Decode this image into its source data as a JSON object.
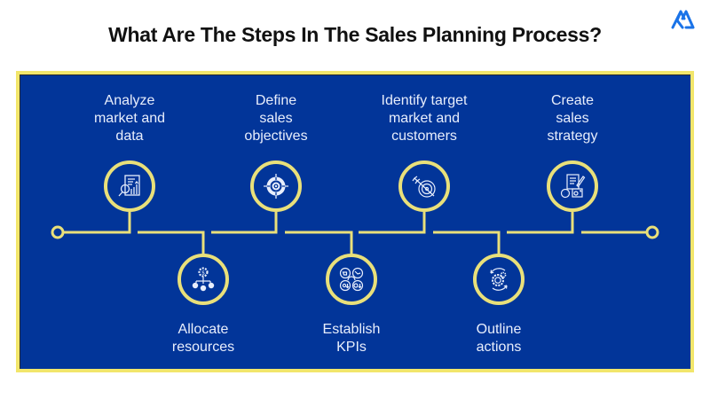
{
  "title": "What Are The Steps In The Sales Planning Process?",
  "logo": {
    "icon": "brand-mountain-logo-icon",
    "color": "#1a73e8"
  },
  "colors": {
    "panel_fill": "#023599",
    "accent_yellow": "#e9e07a",
    "text_light": "#e8eefc",
    "title_text": "#111111"
  },
  "steps": [
    {
      "order": 1,
      "position": "top",
      "label": "Analyze market and data",
      "lines": [
        "Analyze",
        "market and",
        "data"
      ],
      "icon": "report-magnifier-chart-icon"
    },
    {
      "order": 2,
      "position": "bottom",
      "label": "Allocate resources",
      "lines": [
        "Allocate",
        "resources"
      ],
      "icon": "gear-dollar-people-icon"
    },
    {
      "order": 3,
      "position": "top",
      "label": "Define sales objectives",
      "lines": [
        "Define",
        "sales",
        "objectives"
      ],
      "icon": "crosshair-target-icon"
    },
    {
      "order": 4,
      "position": "bottom",
      "label": "Establish KPIs",
      "lines": [
        "Establish",
        "KPIs"
      ],
      "icon": "kpi-dashboard-icon"
    },
    {
      "order": 5,
      "position": "top",
      "label": "Identify target market and customers",
      "lines": [
        "Identify target",
        "market and",
        "customers"
      ],
      "icon": "arrow-target-icon"
    },
    {
      "order": 6,
      "position": "bottom",
      "label": "Outline actions",
      "lines": [
        "Outline",
        "actions"
      ],
      "icon": "gear-cycle-icon"
    },
    {
      "order": 7,
      "position": "top",
      "label": "Create sales strategy",
      "lines": [
        "Create",
        "sales",
        "strategy"
      ],
      "icon": "strategy-plan-document-icon"
    }
  ]
}
